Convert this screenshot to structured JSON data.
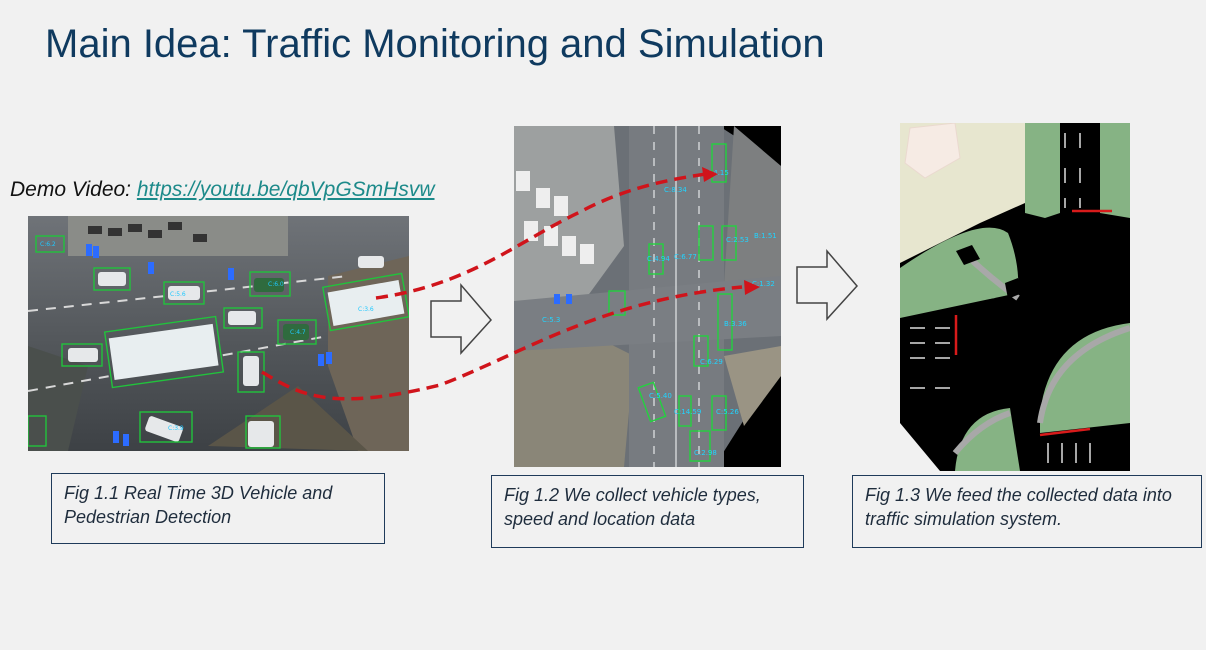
{
  "slide": {
    "title": "Main Idea: Traffic Monitoring and Simulation",
    "demo_label": "Demo Video: ",
    "demo_link": "https://youtu.be/qbVpGSmHsvw"
  },
  "figures": [
    {
      "caption": "Fig 1.1 Real Time 3D Vehicle and Pedestrian Detection"
    },
    {
      "caption": "Fig 1.2 We collect vehicle types, speed and location data"
    },
    {
      "caption": "Fig 1.3 We feed the collected data into traffic simulation system."
    }
  ],
  "detections": [
    "C:4.15",
    "C:2.53",
    "B:1.51",
    "C:6.77",
    "C:4.94",
    "C:1.32",
    "B:3.36",
    "C:6.29",
    "C:5.40",
    "C:14.59",
    "C:5.26",
    "C:2.98",
    "C:5.3",
    "C:8.34"
  ],
  "colors": {
    "title": "#0f3a5f",
    "link": "#1d8a8a",
    "arrow": "#d0141b",
    "box": "#1f3b5a"
  }
}
